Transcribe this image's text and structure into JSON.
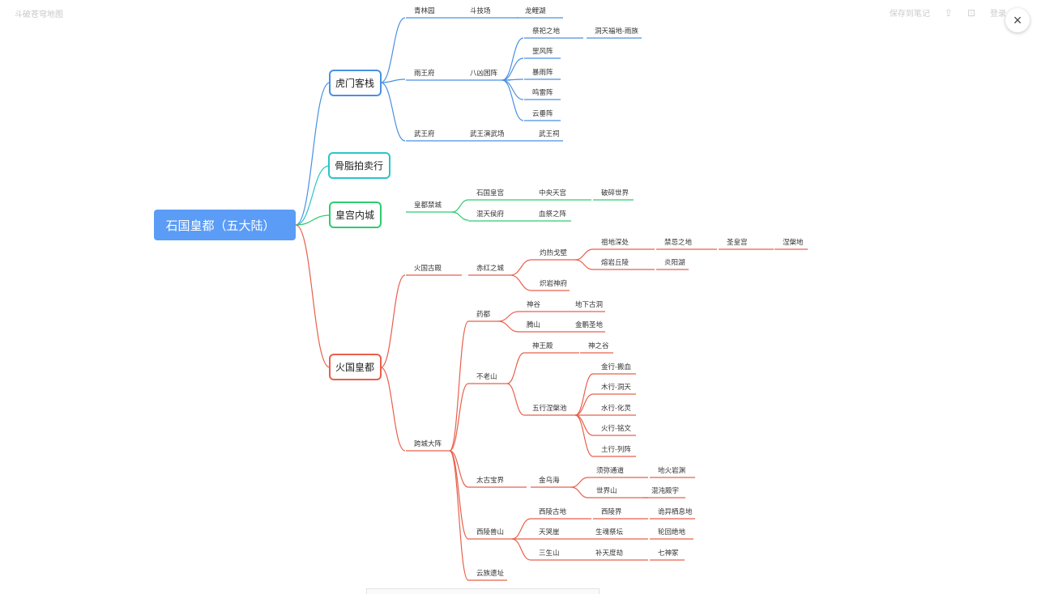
{
  "page": {
    "title": "斗破苍穹地图",
    "save_label": "保存到笔记",
    "user_label": "登录",
    "close_glyph": "×"
  },
  "colors": {
    "blue": "#4a90e2",
    "teal": "#2bc5c9",
    "green": "#2dcc70",
    "red": "#e8604c",
    "root_fill": "#5b9cf6"
  },
  "root": {
    "label": "石国皇都（五大陆）"
  },
  "nodes": {
    "hm": "虎门客栈",
    "gh": "骨脂拍卖行",
    "hgnc": "皇宫内城",
    "hgd": "火国皇都",
    "qly": "青林园",
    "djc": "斗技场",
    "llh": "龙鲤湖",
    "ywf": "雨王府",
    "bxzz": "八凶困阵",
    "jszd": "祭祀之地",
    "dtfd": "洞天福地-雨族",
    "ejf": "罡风阵",
    "bl": "暴雨阵",
    "ml": "鸣雷阵",
    "yz": "云垂阵",
    "wwf": "武王府",
    "wwyc": "武王演武场",
    "wwc": "武王祠",
    "hdjc": "皇都禁城",
    "sghg": "石国皇宫",
    "zyt": "中央天宫",
    "psj": "破碎世界",
    "htwf": "混天侯府",
    "xjzz": "血祭之阵",
    "hggd": "火国古殿",
    "cszc": "赤红之城",
    "zrgb": "灼热戈壁",
    "zdsc": "祖地深处",
    "jjzd": "禁忌之地",
    "shg": "圣皇宫",
    "nzd": "涅槃地",
    "ryql": "熔岩丘陵",
    "yyh": "炎阳湖",
    "ryss": "炽岩神府",
    "kcdz": "跨城大阵",
    "ydu": "药都",
    "sg": "神谷",
    "dxgd": "地下古洞",
    "ts": "腾山",
    "jszd2": "金鹏圣地",
    "blsh": "不老山",
    "swd": "神王殿",
    "szg": "神之谷",
    "wxnp": "五行涅槃池",
    "jx": "金行-搬血",
    "mx": "木行-洞天",
    "sx": "水行-化灵",
    "hx": "火行-铭文",
    "tx": "土行-列阵",
    "tgbj": "太古宝界",
    "jwh": "金乌海",
    "xmtd": "须弥通道",
    "dhyy": "地火岩渊",
    "sjs": "世界山",
    "hdyz": "混沌殿宇",
    "xlgs": "西陵兽山",
    "xlgd": "西陵古地",
    "xlj": "西陵界",
    "gyqxd": "诡异栖息地",
    "tkl": "天哭崖",
    "shjt": "生魂祭坛",
    "lhjd": "轮回绝地",
    "ss": "三生山",
    "btdj": "补天度劫",
    "qsz": "七神冢",
    "yzyz": "云族遗址"
  }
}
